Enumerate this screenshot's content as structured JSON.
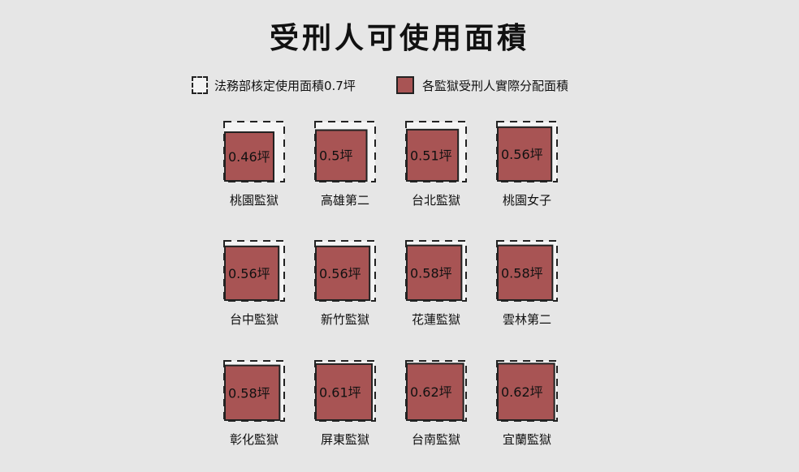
{
  "title": "受刑人可使用面積",
  "legend": {
    "standard": "法務部核定使用面積0.7坪",
    "actual": "各監獄受刑人實際分配面積"
  },
  "colors": {
    "background": "#e6e6e6",
    "actual_fill": "#a85454",
    "standard_fill": "#f4f4f4",
    "outline": "#222222"
  },
  "chart_data": {
    "type": "area",
    "title": "受刑人可使用面積",
    "unit": "坪",
    "reference_value": 0.7,
    "reference_label": "法務部核定使用面積0.7坪",
    "series_label": "各監獄受刑人實際分配面積",
    "categories": [
      "桃園監獄",
      "高雄第二",
      "台北監獄",
      "桃園女子",
      "台中監獄",
      "新竹監獄",
      "花蓮監獄",
      "雲林第二",
      "彰化監獄",
      "屏東監獄",
      "台南監獄",
      "宜蘭監獄"
    ],
    "values": [
      0.46,
      0.5,
      0.51,
      0.56,
      0.56,
      0.56,
      0.58,
      0.58,
      0.58,
      0.61,
      0.62,
      0.62
    ],
    "value_labels": [
      "0.46坪",
      "0.5坪",
      "0.51坪",
      "0.56坪",
      "0.56坪",
      "0.56坪",
      "0.58坪",
      "0.58坪",
      "0.58坪",
      "0.61坪",
      "0.62坪",
      "0.62坪"
    ]
  }
}
